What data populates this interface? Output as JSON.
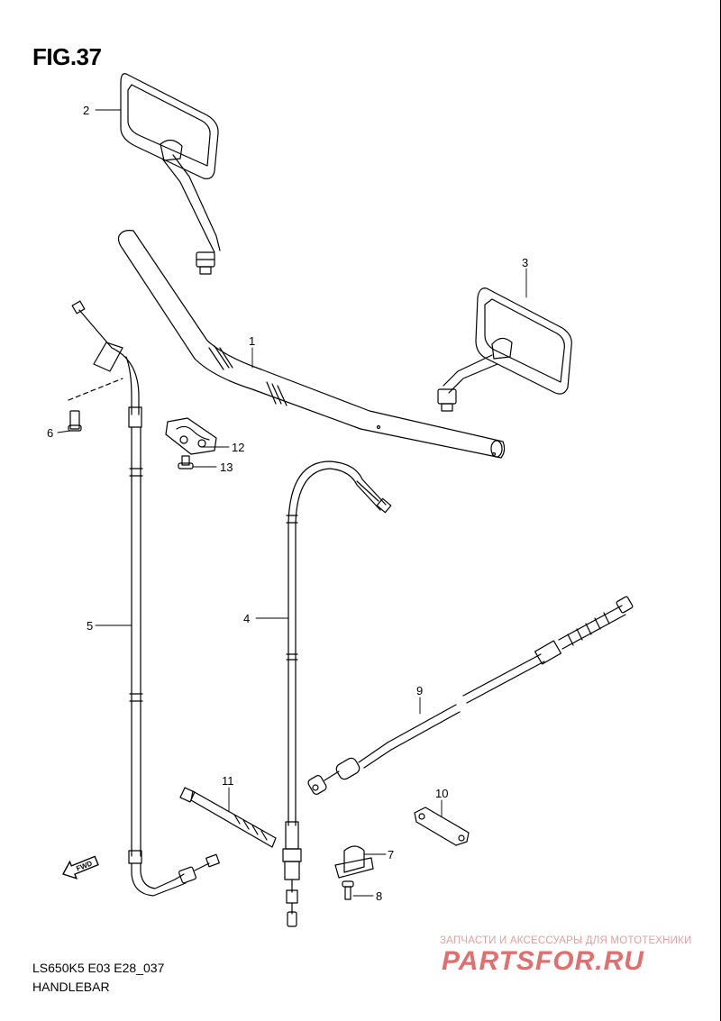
{
  "figure": {
    "title": "FIG.37",
    "model_code": "LS650K5 E03 E28_037",
    "section_name": "HANDLEBAR"
  },
  "callouts": [
    "1",
    "2",
    "3",
    "4",
    "5",
    "6",
    "7",
    "8",
    "9",
    "10",
    "11",
    "12",
    "13"
  ],
  "fwd_label": "FWD",
  "watermark": {
    "subtitle": "ЗАПЧАСТИ И АКСЕССУАРЫ ДЛЯ МОТОТЕХНИКИ",
    "logo": "PARTSFOR.RU"
  },
  "colors": {
    "line": "#000000",
    "watermark_primary": "#e07070",
    "watermark_secondary": "#e0a0a0"
  },
  "icons": {
    "fwd": "fwd-arrow-icon"
  }
}
